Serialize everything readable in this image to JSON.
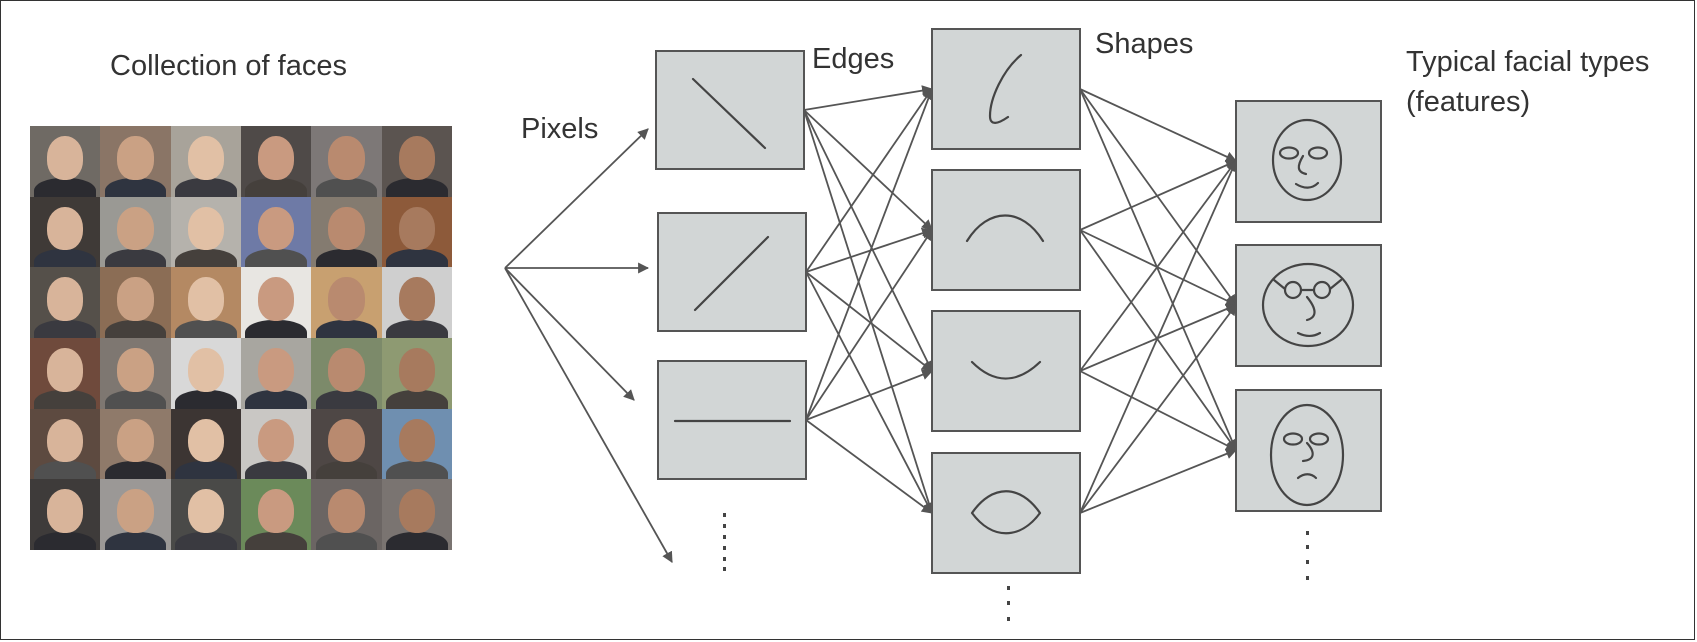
{
  "labels": {
    "collection": "Collection of faces",
    "pixels": "Pixels",
    "edges": "Edges",
    "shapes": "Shapes",
    "features_line1": "Typical facial types",
    "features_line2": "(features)"
  },
  "layers": {
    "edges": {
      "name": "Edges",
      "nodes": [
        {
          "id": "edge-diagonal-down",
          "icon": "diagonal-line-icon"
        },
        {
          "id": "edge-diagonal-up",
          "icon": "diagonal-line-up-icon"
        },
        {
          "id": "edge-horizontal",
          "icon": "horizontal-line-icon"
        }
      ]
    },
    "shapes": {
      "name": "Shapes",
      "nodes": [
        {
          "id": "shape-hook",
          "icon": "hook-curve-icon"
        },
        {
          "id": "shape-arch",
          "icon": "arch-curve-icon"
        },
        {
          "id": "shape-smile",
          "icon": "smile-curve-icon"
        },
        {
          "id": "shape-eye",
          "icon": "eye-shape-icon"
        }
      ]
    },
    "features": {
      "name": "Typical facial types (features)",
      "nodes": [
        {
          "id": "face-smiling",
          "icon": "smiling-face-icon"
        },
        {
          "id": "face-glasses",
          "icon": "face-with-glasses-icon"
        },
        {
          "id": "face-frowning",
          "icon": "frowning-face-icon"
        }
      ]
    }
  },
  "colors": {
    "node_fill": "#d2d6d6",
    "stroke": "#555555",
    "text": "#333333"
  }
}
